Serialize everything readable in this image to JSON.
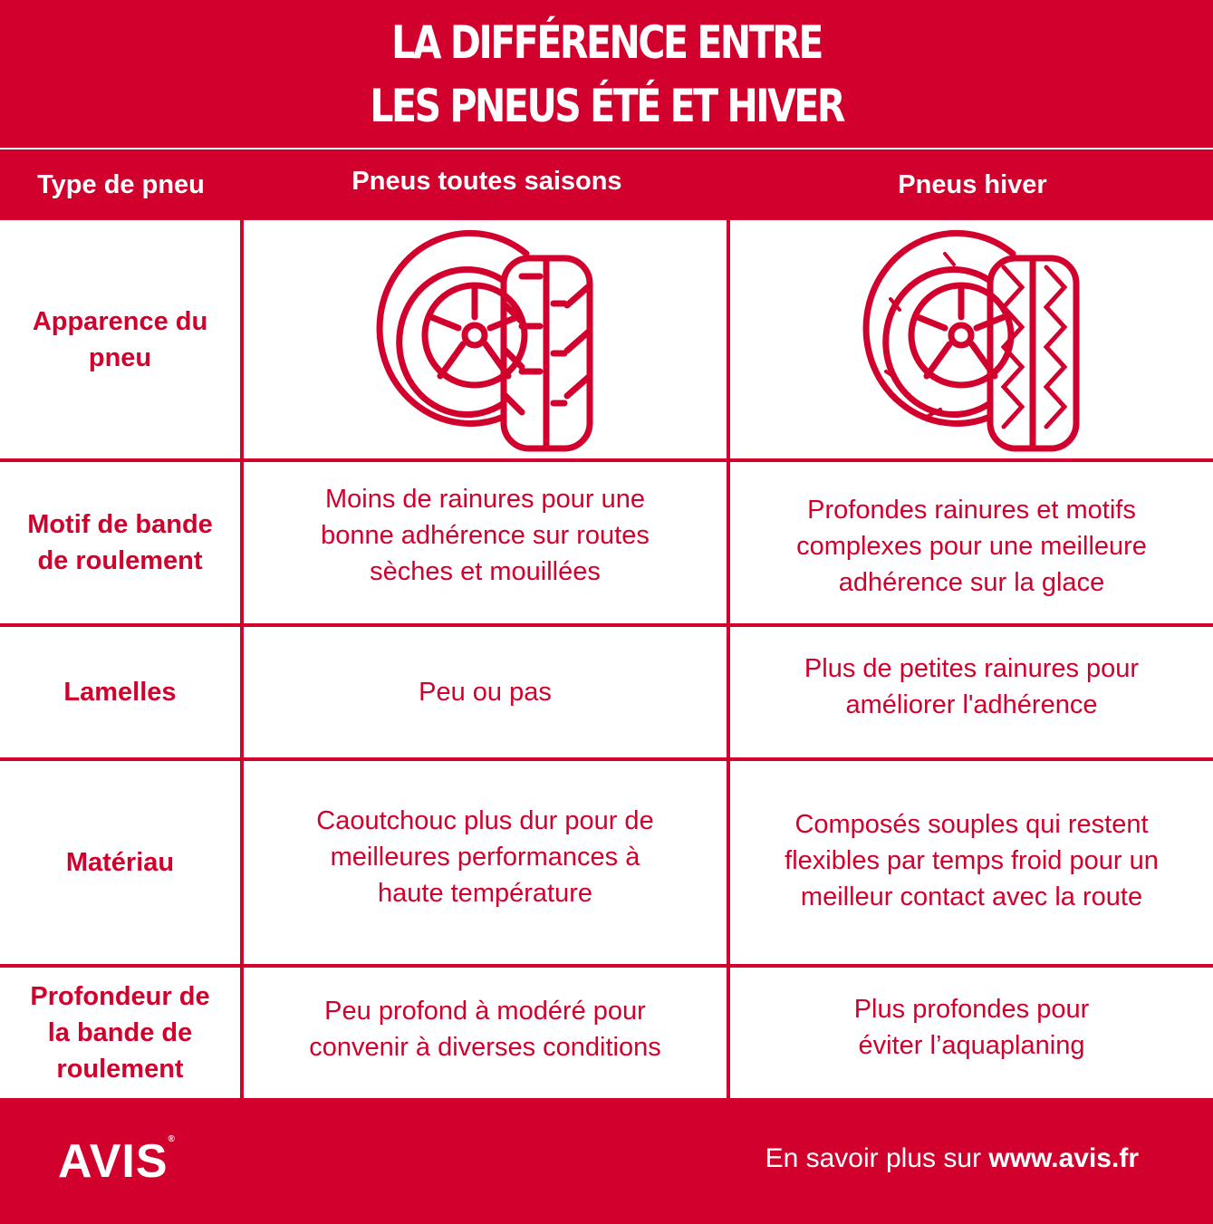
{
  "title": {
    "line1": "LA DIFFÉRENCE ENTRE",
    "line2": "LES PNEUS ÉTÉ ET HIVER"
  },
  "header": {
    "col1": "Type de pneu",
    "col2": "Pneus toutes saisons",
    "col3": "Pneus hiver"
  },
  "rows": [
    {
      "label": "Apparence du pneu",
      "allseason_icon": "all-season-tire-icon",
      "winter_icon": "winter-tire-icon"
    },
    {
      "label": "Motif de bande de roulement",
      "allseason": "Moins de rainures pour une bonne adhérence sur routes sèches et mouillées",
      "winter": "Profondes rainures et motifs complexes pour une meilleure adhérence sur la glace"
    },
    {
      "label": "Lamelles",
      "allseason": "Peu ou pas",
      "winter": "Plus de petites rainures pour améliorer l'adhérence"
    },
    {
      "label": "Matériau",
      "allseason": "Caoutchouc plus dur pour de meilleures performances à haute température",
      "winter": "Composés souples qui restent flexibles par temps froid pour un meilleur contact avec la route"
    },
    {
      "label": "Profondeur de la bande de roulement",
      "allseason": "Peu profond à modéré pour convenir à diverses conditions",
      "winter": "Plus profondes pour éviter l’aquaplaning"
    }
  ],
  "footer": {
    "logo": "AVIS",
    "more_prefix": "En savoir plus sur ",
    "more_link": "www.avis.fr"
  },
  "colors": {
    "brand": "#d2002c"
  }
}
